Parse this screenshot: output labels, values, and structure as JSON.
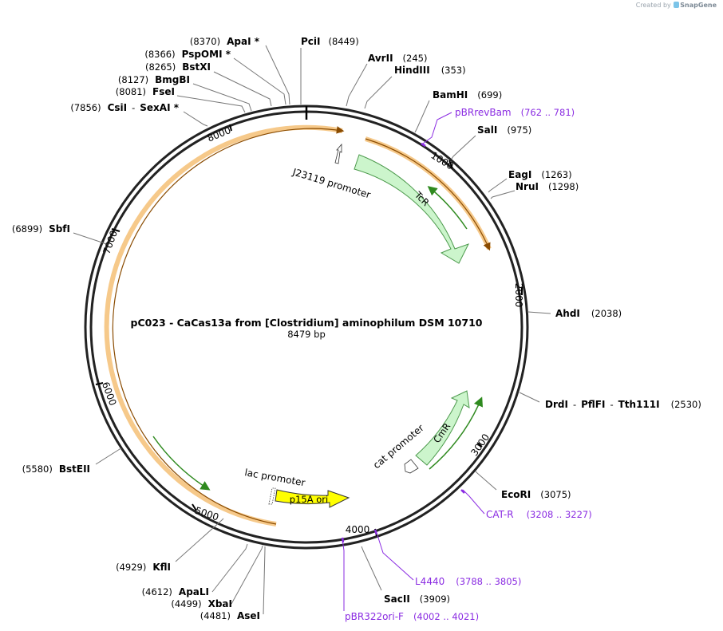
{
  "credit": {
    "prefix": "Created by",
    "brand": "SnapGene"
  },
  "plasmid": {
    "name": "pC023 - CaCas13a from [Clostridium] aminophilum DSM 10710",
    "length_label": "8479 bp",
    "length": 8479
  },
  "ticks": [
    "1000",
    "2000",
    "3000",
    "4000",
    "5000",
    "6000",
    "7000",
    "8000"
  ],
  "sites": [
    {
      "id": "ApaI",
      "name": "ApaI *",
      "pos": "(8370)"
    },
    {
      "id": "PspOMI",
      "name": "PspOMI *",
      "pos": "(8366)"
    },
    {
      "id": "BstXI",
      "name": "BstXI",
      "pos": "(8265)"
    },
    {
      "id": "BmgBI",
      "name": "BmgBI",
      "pos": "(8127)"
    },
    {
      "id": "FseI",
      "name": "FseI",
      "pos": "(8081)"
    },
    {
      "id": "CsiI",
      "name": "CsiI",
      "sep": "-",
      "name2": "SexAI *",
      "pos": "(7856)"
    },
    {
      "id": "SbfI",
      "name": "SbfI",
      "pos": "(6899)"
    },
    {
      "id": "BstEII",
      "name": "BstEII",
      "pos": "(5580)"
    },
    {
      "id": "KflI",
      "name": "KflI",
      "pos": "(4929)"
    },
    {
      "id": "ApaLI",
      "name": "ApaLI",
      "pos": "(4612)"
    },
    {
      "id": "XbaI",
      "name": "XbaI",
      "pos": "(4499)"
    },
    {
      "id": "AseI",
      "name": "AseI",
      "pos": "(4481)"
    },
    {
      "id": "PciI",
      "name": "PciI",
      "pos": "(8449)"
    },
    {
      "id": "AvrII",
      "name": "AvrII",
      "pos": "(245)"
    },
    {
      "id": "HindIII",
      "name": "HindIII",
      "pos": "(353)"
    },
    {
      "id": "BamHI",
      "name": "BamHI",
      "pos": "(699)"
    },
    {
      "id": "SalI",
      "name": "SalI",
      "pos": "(975)"
    },
    {
      "id": "EagI",
      "name": "EagI",
      "pos": "(1263)"
    },
    {
      "id": "NruI",
      "name": "NruI",
      "pos": "(1298)"
    },
    {
      "id": "AhdI",
      "name": "AhdI",
      "pos": "(2038)"
    },
    {
      "id": "DrdI",
      "name": "DrdI",
      "sep": "-",
      "name2": "PflFI",
      "sep2": "-",
      "name3": "Tth111I",
      "pos": "(2530)"
    },
    {
      "id": "EcoRI",
      "name": "EcoRI",
      "pos": "(3075)"
    },
    {
      "id": "SacII",
      "name": "SacII",
      "pos": "(3909)"
    }
  ],
  "primers": [
    {
      "id": "pBRrevBam",
      "name": "pBRrevBam",
      "pos": "(762 .. 781)"
    },
    {
      "id": "CAT-R",
      "name": "CAT-R",
      "pos": "(3208 .. 3227)"
    },
    {
      "id": "L4440",
      "name": "L4440",
      "pos": "(3788 .. 3805)"
    },
    {
      "id": "pBR322ori-F",
      "name": "pBR322ori-F",
      "pos": "(4002 .. 4021)"
    }
  ],
  "features": {
    "tcr": "TcR",
    "cmr": "CmR",
    "p15a": "p15A ori",
    "j23119": "J23119 promoter",
    "cat": "cat promoter",
    "lac": "lac promoter"
  },
  "colors": {
    "backbone": "#222222",
    "resistance_fill": "#ccf5cc",
    "resistance_stroke": "#4d9a4d",
    "ori_fill": "#ffff00",
    "orf_band": "#f6c98a",
    "orf_line": "#8a4b00",
    "orf_inner": "#2f8a1f",
    "primer": "#8a2be2",
    "leader": "#777777"
  }
}
